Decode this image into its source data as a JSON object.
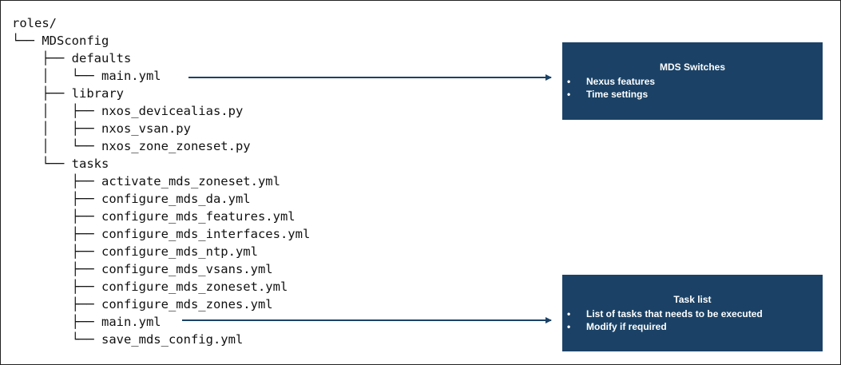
{
  "tree": [
    "roles/",
    "└── MDSconfig",
    "    ├── defaults",
    "    │   └── main.yml",
    "    ├── library",
    "    │   ├── nxos_devicealias.py",
    "    │   ├── nxos_vsan.py",
    "    │   └── nxos_zone_zoneset.py",
    "    └── tasks",
    "        ├── activate_mds_zoneset.yml",
    "        ├── configure_mds_da.yml",
    "        ├── configure_mds_features.yml",
    "        ├── configure_mds_interfaces.yml",
    "        ├── configure_mds_ntp.yml",
    "        ├── configure_mds_vsans.yml",
    "        ├── configure_mds_zoneset.yml",
    "        ├── configure_mds_zones.yml",
    "        ├── main.yml",
    "        └── save_mds_config.yml"
  ],
  "callouts": {
    "mds_switches": {
      "title": "MDS Switches",
      "items": [
        "Nexus features",
        "Time settings"
      ]
    },
    "task_list": {
      "title": "Task list",
      "items": [
        "List of tasks that needs to be executed",
        "Modify if required"
      ]
    }
  },
  "colors": {
    "callout_fill": "#1b4266",
    "arrow": "#1b4266"
  }
}
